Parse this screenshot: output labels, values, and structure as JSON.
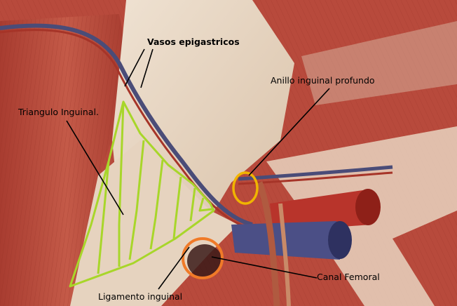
{
  "labels": {
    "vasos": "Vasos epigastricos",
    "anillo": "Anillo inguinal profundo",
    "triangulo": "Triangulo Inguinal.",
    "ligamento": "Ligamento inguinal",
    "canal": "Canal Femoral"
  },
  "colors": {
    "triangle_outline": "#a8d62a",
    "anillo_marker": "#f0b400",
    "canal_marker": "#f07a28",
    "muscle": "#b5483a",
    "fascia": "#e9d8c6"
  }
}
